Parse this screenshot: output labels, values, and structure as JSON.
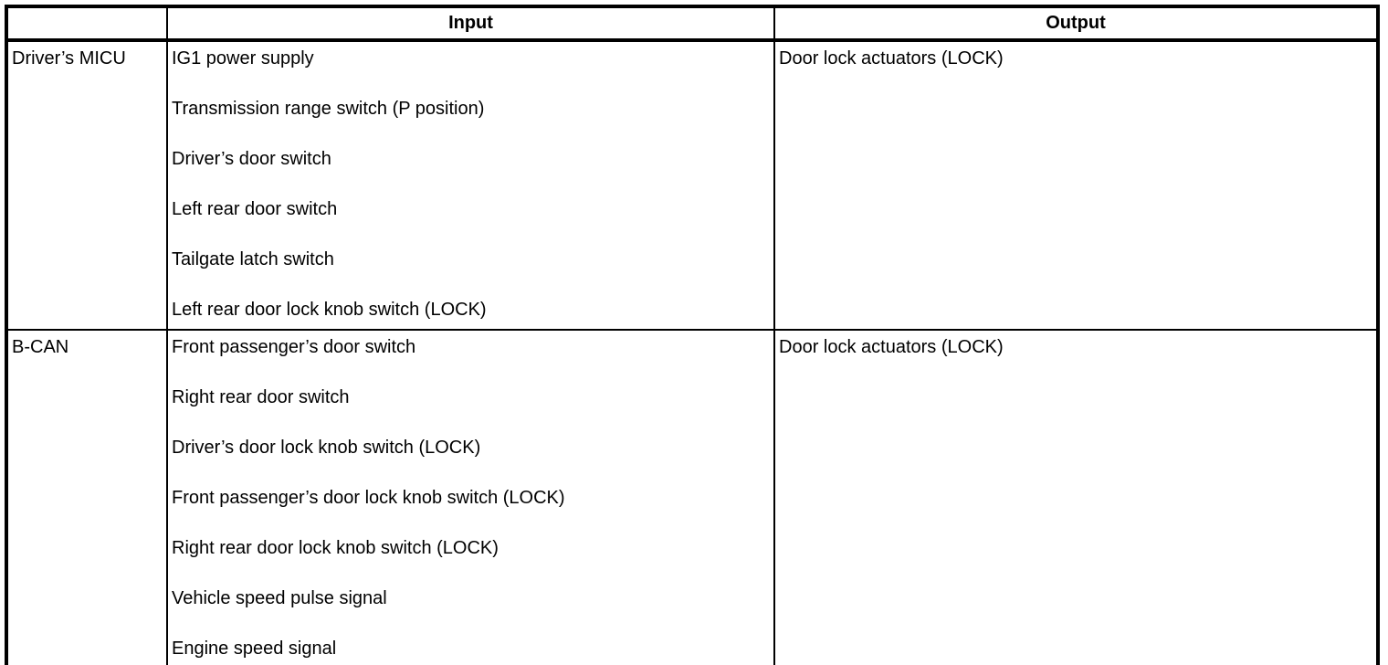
{
  "table": {
    "header": {
      "source_label": "",
      "input_label": "Input",
      "output_label": "Output"
    },
    "rows": [
      {
        "source": "Driver’s MICU",
        "inputs": [
          "IG1 power supply",
          "Transmission range switch (P position)",
          "Driver’s door switch",
          "Left rear door switch",
          "Tailgate latch switch",
          "Left rear door lock knob switch (LOCK)"
        ],
        "output": "Door lock actuators (LOCK)"
      },
      {
        "source": "B-CAN",
        "inputs": [
          "Front passenger’s door switch",
          "Right rear door switch",
          "Driver’s door lock knob switch (LOCK)",
          "Front passenger’s door lock knob switch (LOCK)",
          "Right rear door lock knob switch (LOCK)",
          "Vehicle speed pulse signal",
          "Engine speed signal"
        ],
        "output": "Door lock actuators (LOCK)"
      }
    ]
  },
  "colors": {
    "border": "#000000",
    "background": "#ffffff",
    "text": "#000000"
  }
}
